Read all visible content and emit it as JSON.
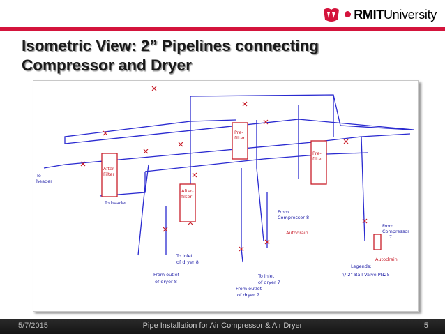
{
  "header": {
    "logo_text_bold": "RMIT",
    "logo_text_rest": "University"
  },
  "slide": {
    "title_line1": "Isometric View: 2” Pipelines connecting",
    "title_line2": "Compressor and Dryer"
  },
  "drawing": {
    "labels": {
      "to_header_1": "To",
      "to_header_2": "header",
      "to_header_b": "To header",
      "after_filter_1a": "After-",
      "after_filter_1b": "Filter",
      "after_filter_2a": "After-",
      "after_filter_2b": "filter",
      "pre_filter_1a": "Pre-",
      "pre_filter_1b": "filter",
      "pre_filter_2a": "Pre-",
      "pre_filter_2b": "filter",
      "from_comp8_a": "From",
      "from_comp8_b": "Compressor 8",
      "autodrain_1": "Autodrain",
      "from_comp7_a": "From",
      "from_comp7_b": "Compressor",
      "from_comp7_c": "7",
      "autodrain_2": "Autodrain",
      "from_outlet8_a": "From outlet",
      "from_outlet8_b": "of dryer 8",
      "to_inlet8_a": "To inlet",
      "to_inlet8_b": "of dryer 8",
      "from_outlet7_a": "From outlet",
      "from_outlet7_b": "of dryer 7",
      "to_inlet7_a": "To inlet",
      "to_inlet7_b": "of dryer 7",
      "legend_title": "Legends:",
      "legend_item": "∖∕ 2” Ball Valve PN25"
    },
    "colors": {
      "pipe": "#2222c8",
      "component": "#c81e2a"
    }
  },
  "footer": {
    "date": "5/7/2015",
    "center": "Pipe Installation for Air Compressor & Air Dryer",
    "page": "5"
  }
}
